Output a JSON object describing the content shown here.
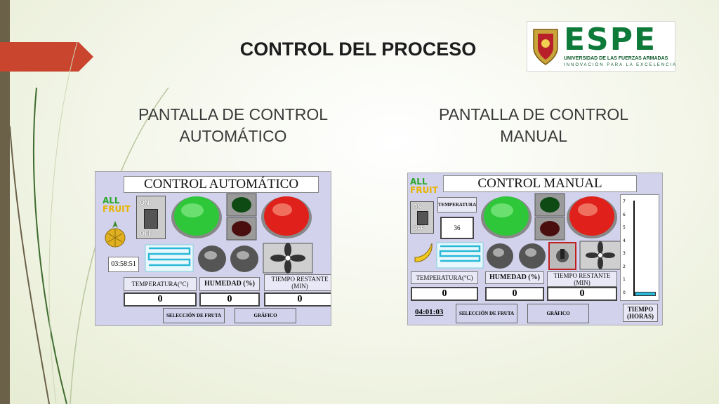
{
  "slide": {
    "title": "CONTROL DEL PROCESO",
    "left_subtitle": "PANTALLA DE CONTROL AUTOMÁTICO",
    "right_subtitle": "PANTALLA DE CONTROL MANUAL"
  },
  "logo": {
    "name": "ESPE",
    "line1": "UNIVERSIDAD DE LAS FUERZAS ARMADAS",
    "line2": "INNOVACIÓN PARA LA EXCELENCIA"
  },
  "auto_panel": {
    "title": "CONTROL AUTOMÁTICO",
    "brand_line1": "ALL",
    "brand_line2": "FRUIT",
    "switch_on": "ON",
    "switch_off": "OFF",
    "time": "03:58:51",
    "temp_label": "TEMPERATURA(°C)",
    "hum_label": "HUMEDAD (%)",
    "time_label": "TIEMPO RESTANTE (MIN)",
    "temp_value": "0",
    "hum_value": "0",
    "time_value": "0",
    "fruit_button": "SELECCIÓN DE FRUTA",
    "graph_button": "GRÁFICO"
  },
  "manual_panel": {
    "title": "CONTROL MANUAL",
    "brand_line1": "ALL",
    "brand_line2": "FRUIT",
    "switch_on": "ON",
    "switch_off": "OFF",
    "temp_small_label": "TEMPERATURA",
    "temp_setpoint": "36",
    "temp_label": "TEMPERATURA(°C)",
    "hum_label": "HUMEDAD (%)",
    "time_label": "TIEMPO RESTANTE (MIN)",
    "temp_value": "0",
    "hum_value": "0",
    "time_value": "0",
    "time": "04:01:03",
    "fruit_button": "SELECCIÓN DE FRUTA",
    "graph_button": "GRÁFICO",
    "gauge_label": "TIEMPO (HORAS)",
    "gauge_ticks": [
      "7",
      "6",
      "5",
      "4",
      "3",
      "2",
      "1",
      "0"
    ],
    "gauge_value": 0
  },
  "colors": {
    "accent_arrow": "#c9452e",
    "side_bar": "#6b6048",
    "panel_bg": "#d2d2ec",
    "green_button": "#2ec73a",
    "red_button": "#e0201a"
  }
}
